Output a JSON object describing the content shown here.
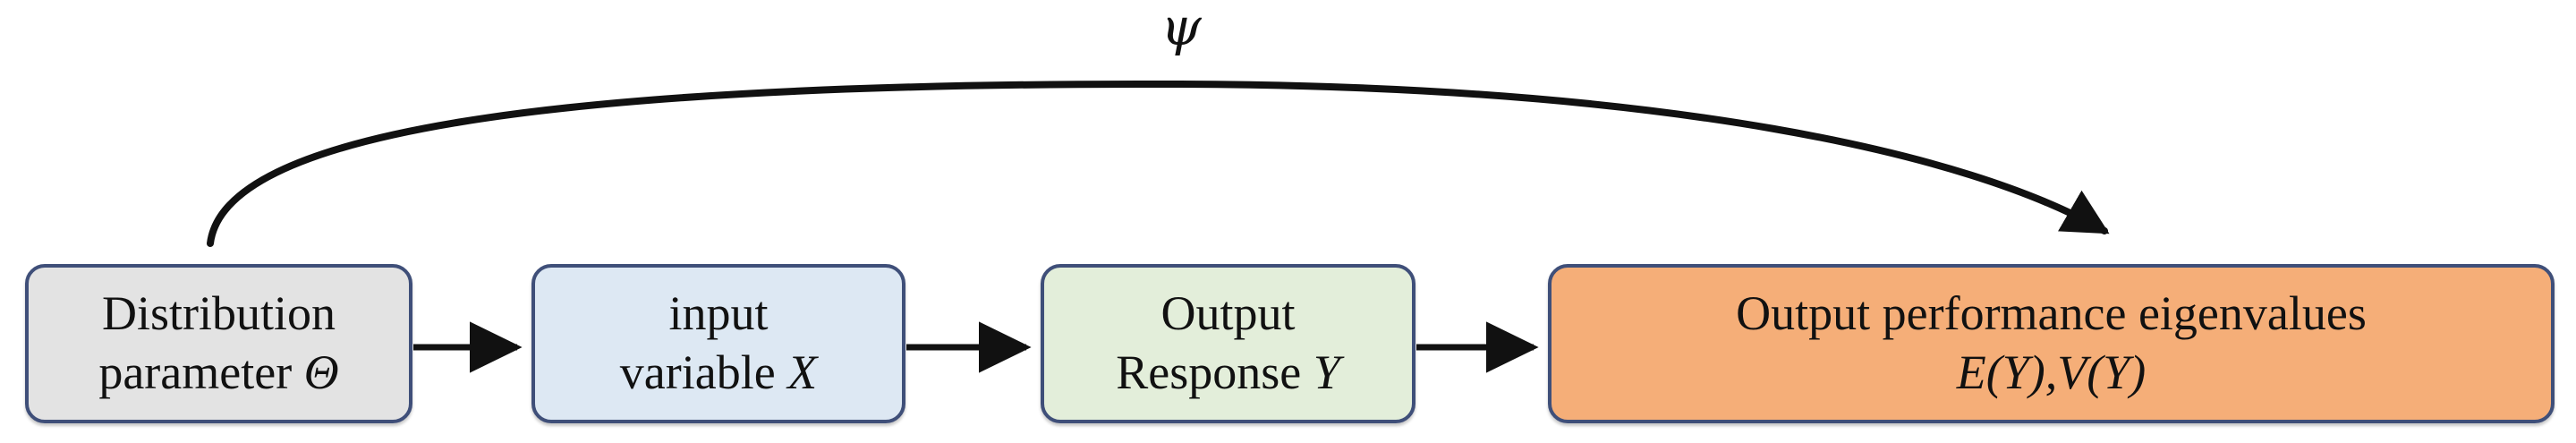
{
  "diagram": {
    "title_symbol": "ψ",
    "background_color": "#ffffff",
    "boxes": [
      {
        "id": "distribution-parameter",
        "line1": "Distribution",
        "line2": "parameter Θ",
        "fill": "#e3e3e3",
        "border": "#3f4f79"
      },
      {
        "id": "input-variable",
        "line1": "input",
        "line2": "variable X",
        "fill": "#dde8f3",
        "border": "#3f4f79"
      },
      {
        "id": "output-response",
        "line1": "Output",
        "line2": "Response Y",
        "fill": "#e3eeda",
        "border": "#3f4f79"
      },
      {
        "id": "output-performance-eigenvalues",
        "line1": "Output performance eigenvalues",
        "line2": "E(Y),V(Y)",
        "fill": "#f5ae78",
        "border": "#3f4f79"
      }
    ],
    "connectors": [
      {
        "id": "arrow-1",
        "from": "distribution-parameter",
        "to": "input-variable",
        "style": "straight",
        "color": "#111111"
      },
      {
        "id": "arrow-2",
        "from": "input-variable",
        "to": "output-response",
        "style": "straight",
        "color": "#111111"
      },
      {
        "id": "arrow-3",
        "from": "output-response",
        "to": "output-performance-eigenvalues",
        "style": "straight",
        "color": "#111111"
      },
      {
        "id": "arrow-psi",
        "from": "distribution-parameter",
        "to": "output-performance-eigenvalues",
        "style": "curved",
        "label": "ψ",
        "color": "#111111"
      }
    ]
  }
}
